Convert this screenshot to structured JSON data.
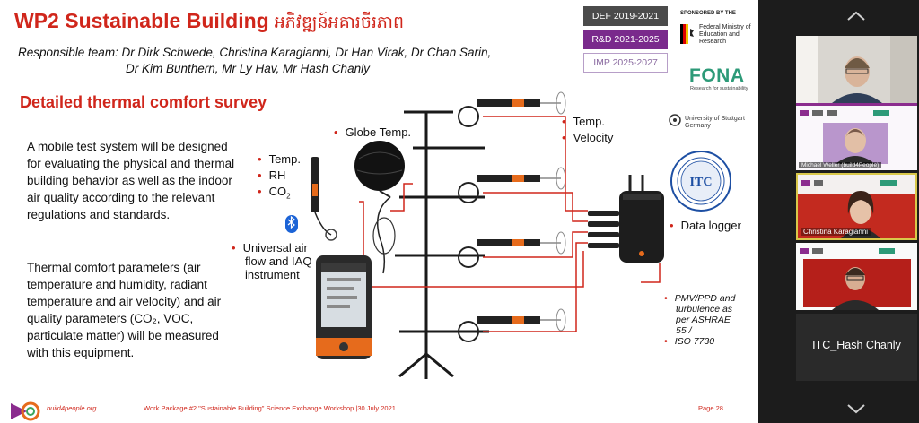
{
  "slide": {
    "title": "WP2 Sustainable Building",
    "title_khmer": "អភិវឌ្ឍន៍អគារចីរភាព",
    "team_line_1": "Responsible team: Dr Dirk Schwede, Christina Karagianni, Dr Han Virak, Dr Chan Sarin,",
    "team_line_2": "Dr Kim Bunthern, Mr Ly Hav, Mr Hash Chanly",
    "section_heading": "Detailed thermal comfort survey",
    "paragraph_1": "A mobile test system will be designed for evaluating the physical and thermal building behavior as well as the indoor air quality according to the relevant regulations and standards.",
    "paragraph_2": "Thermal comfort parameters (air temperature and humidity, radiant temperature and air velocity) and air quality parameters (CO₂, VOC, particulate matter) will be measured with this equipment.",
    "status": {
      "def": "DEF 2019-2021",
      "rd": "R&D 2021-2025",
      "imp": "IMP 2025-2027"
    },
    "sponsor": {
      "label": "SPONSORED BY THE",
      "ministry": "Federal Ministry of Education and Research",
      "fona": "FONA",
      "fona_sub": "Research for sustainability",
      "stuttgart": "University of Stuttgart",
      "stuttgart_country": "Germany"
    },
    "labels": {
      "temp": "Temp.",
      "rh": "RH",
      "co2": "CO",
      "co2_sub": "2",
      "globe": "Globe Temp.",
      "air_temp": "Temp.",
      "velocity": "Velocity",
      "instrument_1": "Universal air",
      "instrument_2": "flow and IAQ",
      "instrument_3": "instrument",
      "data_logger": "Data logger"
    },
    "note": {
      "line_1": "PMV/PPD and",
      "line_2": "turbulence as",
      "line_3": "per ASHRAE",
      "line_4": "55 /",
      "line_5": "ISO 7730"
    },
    "footer": {
      "site": "build4people.org",
      "center": "Work Package #2 \"Sustainable Building\" Science Exchange Workshop |30 July 2021",
      "page": "Page 28"
    }
  },
  "participants": [
    {
      "name": ""
    },
    {
      "name": "Michael Weller (build4People)"
    },
    {
      "name": "Christina Karagianni"
    },
    {
      "name": ""
    },
    {
      "name": "ITC_Hash Chanly"
    }
  ],
  "colors": {
    "accent_red": "#d0261b",
    "status_purple": "#7a2a8c",
    "fona_green": "#2d9a78"
  }
}
